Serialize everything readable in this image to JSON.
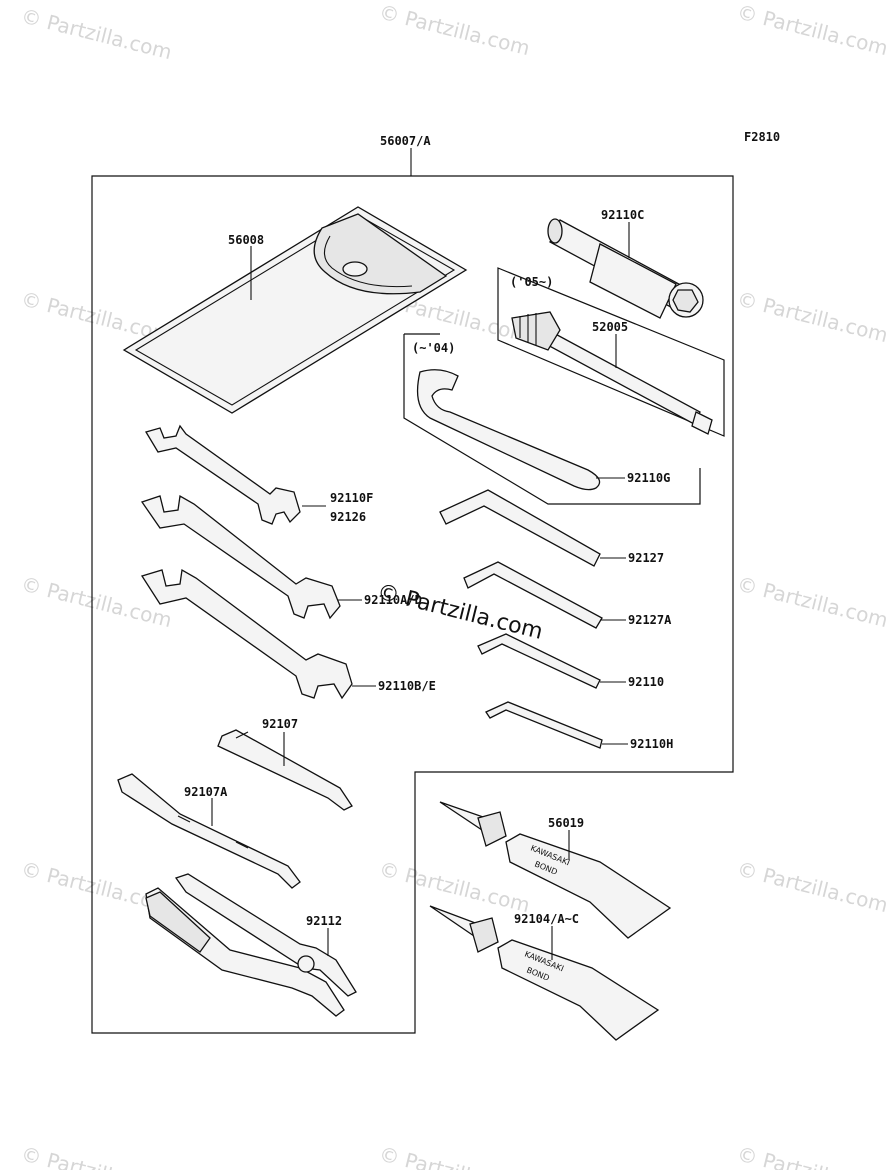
{
  "figure_code": "F2810",
  "watermark": {
    "text": "© Partzilla.com",
    "center_text": "© Partzilla.com"
  },
  "tube_print": {
    "brand": "KAWASAKI",
    "product": "BOND"
  },
  "callouts": {
    "tool_kit": "56007/A",
    "tool_bag": "56008",
    "box_wrench": "92110C",
    "year_from": "('05~)",
    "year_until": "(~'04)",
    "extension_bar": "52005",
    "hook_wrench": "92110G",
    "wrench_f": "92110F",
    "wrench_126": "92126",
    "wrench_aa": "92110A/D",
    "wrench_be": "92110B/E",
    "hex_127": "92127",
    "hex_127a": "92127A",
    "hex_110": "92110",
    "hex_110h": "92110H",
    "driver_bit": "92107",
    "screwdriver": "92107A",
    "pliers": "92112",
    "bond_1": "56019",
    "bond_2": "92104/A~C"
  }
}
